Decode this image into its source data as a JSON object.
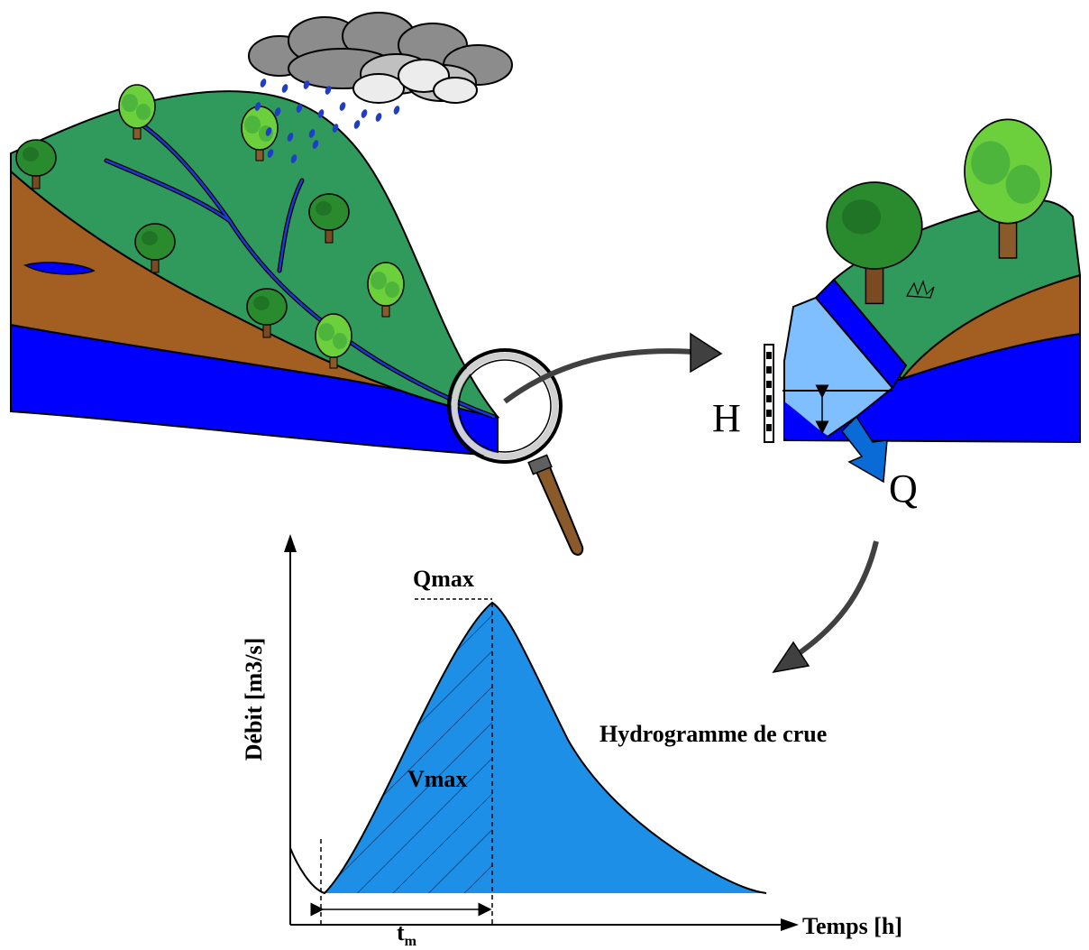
{
  "labels": {
    "h": "H",
    "q": "Q",
    "qmax": "Qmax",
    "vmax": "Vmax",
    "tm_base": "t",
    "tm_sub": "m",
    "title": "Hydrogramme de crue",
    "ylabel": "Débit [m3/s]",
    "xlabel": "Temps [h]"
  },
  "colors": {
    "grass": "#2f9a5c",
    "soil": "#a35f22",
    "groundwater": "#0000ff",
    "channel_water": "#7fbfff",
    "hydrograph_fill": "#1e8fe6",
    "river_line": "#0a1a8a",
    "rain": "#1f3ec8",
    "tree_light": "#6ccf3c",
    "tree_dark": "#2a8a2e",
    "trunk": "#8a5a2b",
    "cloud_dark": "#8c8c8c",
    "arrow": "#404040"
  },
  "icons": [
    "cloud-icon",
    "rain-icon",
    "tree-icon",
    "magnifier-icon",
    "gauge-staff-icon",
    "arrow-icon"
  ]
}
